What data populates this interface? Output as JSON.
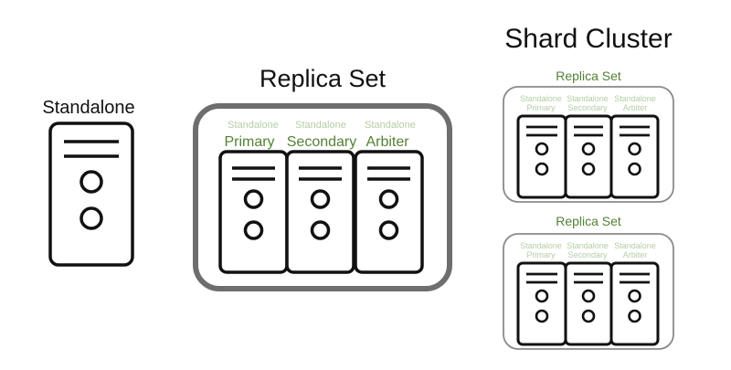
{
  "colors": {
    "stroke": "#111111",
    "frame": "#6e6e6e",
    "thin_frame": "#8a8a8a",
    "green": "#538135",
    "faint_green": "#b5cda4"
  },
  "standalone": {
    "title": "Standalone",
    "server_icon": "server-icon"
  },
  "replica_set": {
    "title": "Replica Set",
    "members": [
      {
        "faint": "Standalone",
        "role": "Primary"
      },
      {
        "faint": "Standalone",
        "role": "Secondary"
      },
      {
        "faint": "Standalone",
        "role": "Arbiter"
      }
    ]
  },
  "shard_cluster": {
    "title": "Shard Cluster",
    "shards": [
      {
        "title": "Replica Set",
        "members": [
          {
            "faint": "Standalone",
            "role": "Primary"
          },
          {
            "faint": "Standalone",
            "role": "Secondary"
          },
          {
            "faint": "Standalone",
            "role": "Arbiter"
          }
        ]
      },
      {
        "title": "Replica Set",
        "members": [
          {
            "faint": "Standalone",
            "role": "Primary"
          },
          {
            "faint": "Standalone",
            "role": "Secondary"
          },
          {
            "faint": "Standalone",
            "role": "Arbiter"
          }
        ]
      }
    ]
  }
}
